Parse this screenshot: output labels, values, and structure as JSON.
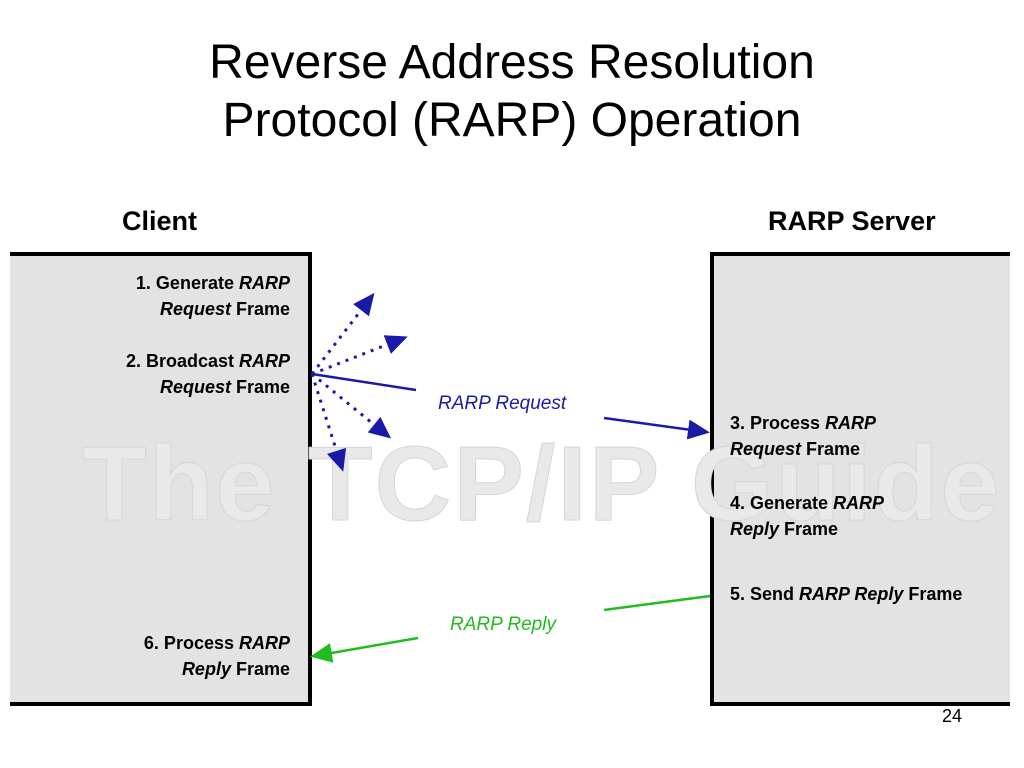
{
  "title": {
    "line1": "Reverse Address Resolution",
    "line2": "Protocol (RARP) Operation"
  },
  "client": {
    "heading": "Client",
    "steps": [
      {
        "pre": "1. Generate ",
        "it": "RARP",
        "br_it": "Request",
        "post": " Frame"
      },
      {
        "pre": "2. Broadcast ",
        "it": "RARP",
        "br_it": "Request",
        "post": " Frame"
      },
      {
        "pre": "6. Process ",
        "it": "RARP",
        "br_it": "Reply",
        "post": " Frame"
      }
    ]
  },
  "server": {
    "heading": "RARP Server",
    "steps": [
      {
        "pre": "3. Process ",
        "it": "RARP",
        "br_it": "Request",
        "post": " Frame"
      },
      {
        "pre": "4. Generate ",
        "it": "RARP",
        "br_it": "Reply",
        "post": " Frame"
      },
      {
        "pre": "5. Send ",
        "it": "RARP Reply",
        "post": " Frame"
      }
    ]
  },
  "messages": {
    "request": "RARP Request",
    "reply": "RARP Reply"
  },
  "watermark": "The TCP/IP Guide",
  "page_number": "24",
  "colors": {
    "request": "#1a1aa8",
    "reply": "#22bb22",
    "box_fill": "#e3e3e3"
  }
}
